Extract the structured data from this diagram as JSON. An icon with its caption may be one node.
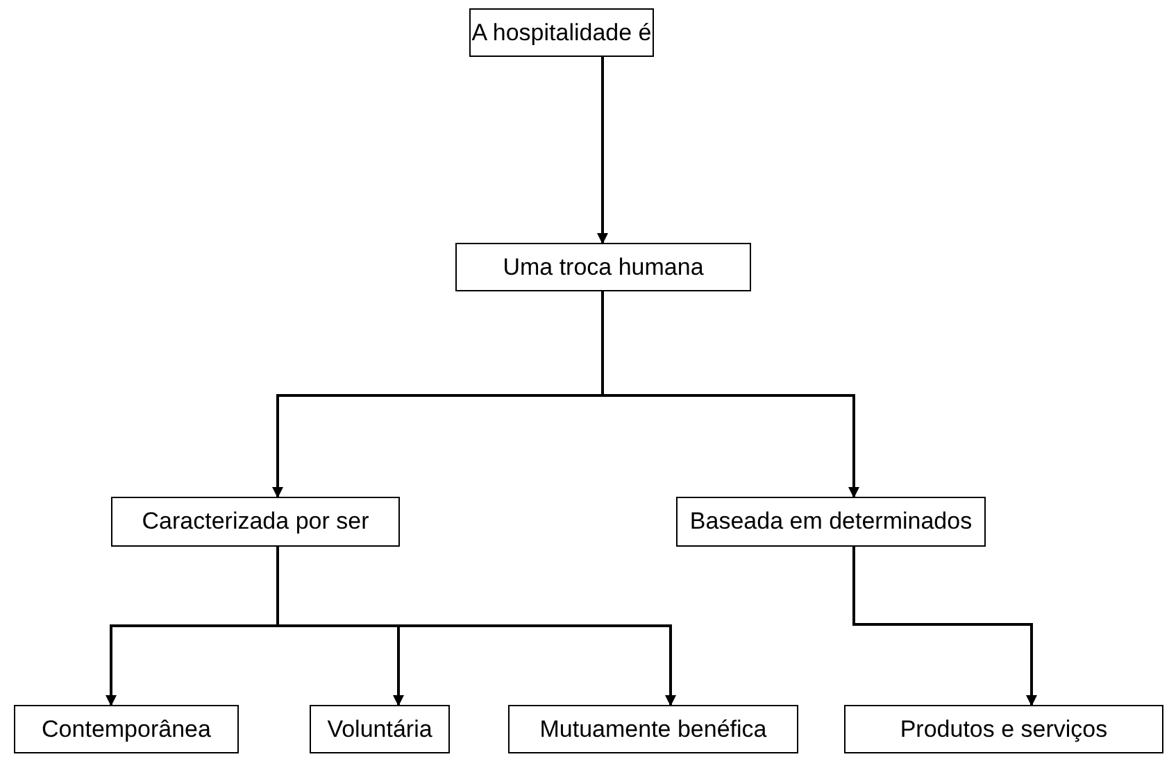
{
  "diagram": {
    "nodes": [
      {
        "text": [
          "A hospitalidade é"
        ]
      },
      {
        "text": [
          "Uma troca humana"
        ]
      },
      {
        "text": [
          "Caracterizada por ser"
        ]
      },
      {
        "text": [
          "Baseada em determinados"
        ]
      },
      {
        "text": [
          "Contemporânea"
        ]
      },
      {
        "text": [
          "Voluntária"
        ]
      },
      {
        "text": [
          "Mutuamente benéfica"
        ]
      },
      {
        "text": [
          "Produtos e serviços"
        ]
      }
    ],
    "edges": [
      {
        "from": 0,
        "to": 1,
        "arrow": "to"
      },
      {
        "from": 1,
        "to": 2,
        "arrow": "to"
      },
      {
        "from": 1,
        "to": 3,
        "arrow": "to"
      },
      {
        "from": 2,
        "to": 4,
        "arrow": "to"
      },
      {
        "from": 2,
        "to": 5,
        "arrow": "to"
      },
      {
        "from": 2,
        "to": 6,
        "arrow": "to"
      },
      {
        "from": 3,
        "to": 7,
        "arrow": "to"
      }
    ]
  }
}
